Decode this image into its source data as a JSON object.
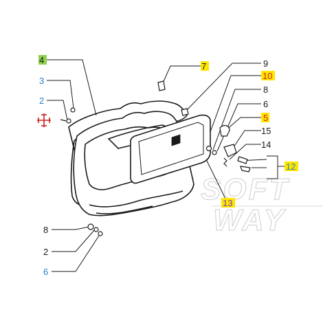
{
  "diagram": {
    "callouts": {
      "c4": "4",
      "c3a": "3",
      "c2a": "2",
      "c7": "7",
      "c9": "9",
      "c10": "10",
      "c8a": "8",
      "c6a": "6",
      "c5": "5",
      "c15": "15",
      "c14": "14",
      "c12": "12",
      "c13": "13",
      "c8b": "8",
      "c2b": "2",
      "c6b": "6"
    },
    "colors": {
      "highlight_yellow": "#ffe600",
      "highlight_green": "#8fd14f",
      "number_blue": "#2a7fc9",
      "number_purple": "#7a3cc2",
      "number_red": "#cc2222",
      "line": "#1a1a1a",
      "fill": "#ffffff"
    },
    "icons": {
      "crosshair": "crosshair-icon"
    },
    "watermark": {
      "line1": "SOFT",
      "line2": "WAY"
    }
  }
}
